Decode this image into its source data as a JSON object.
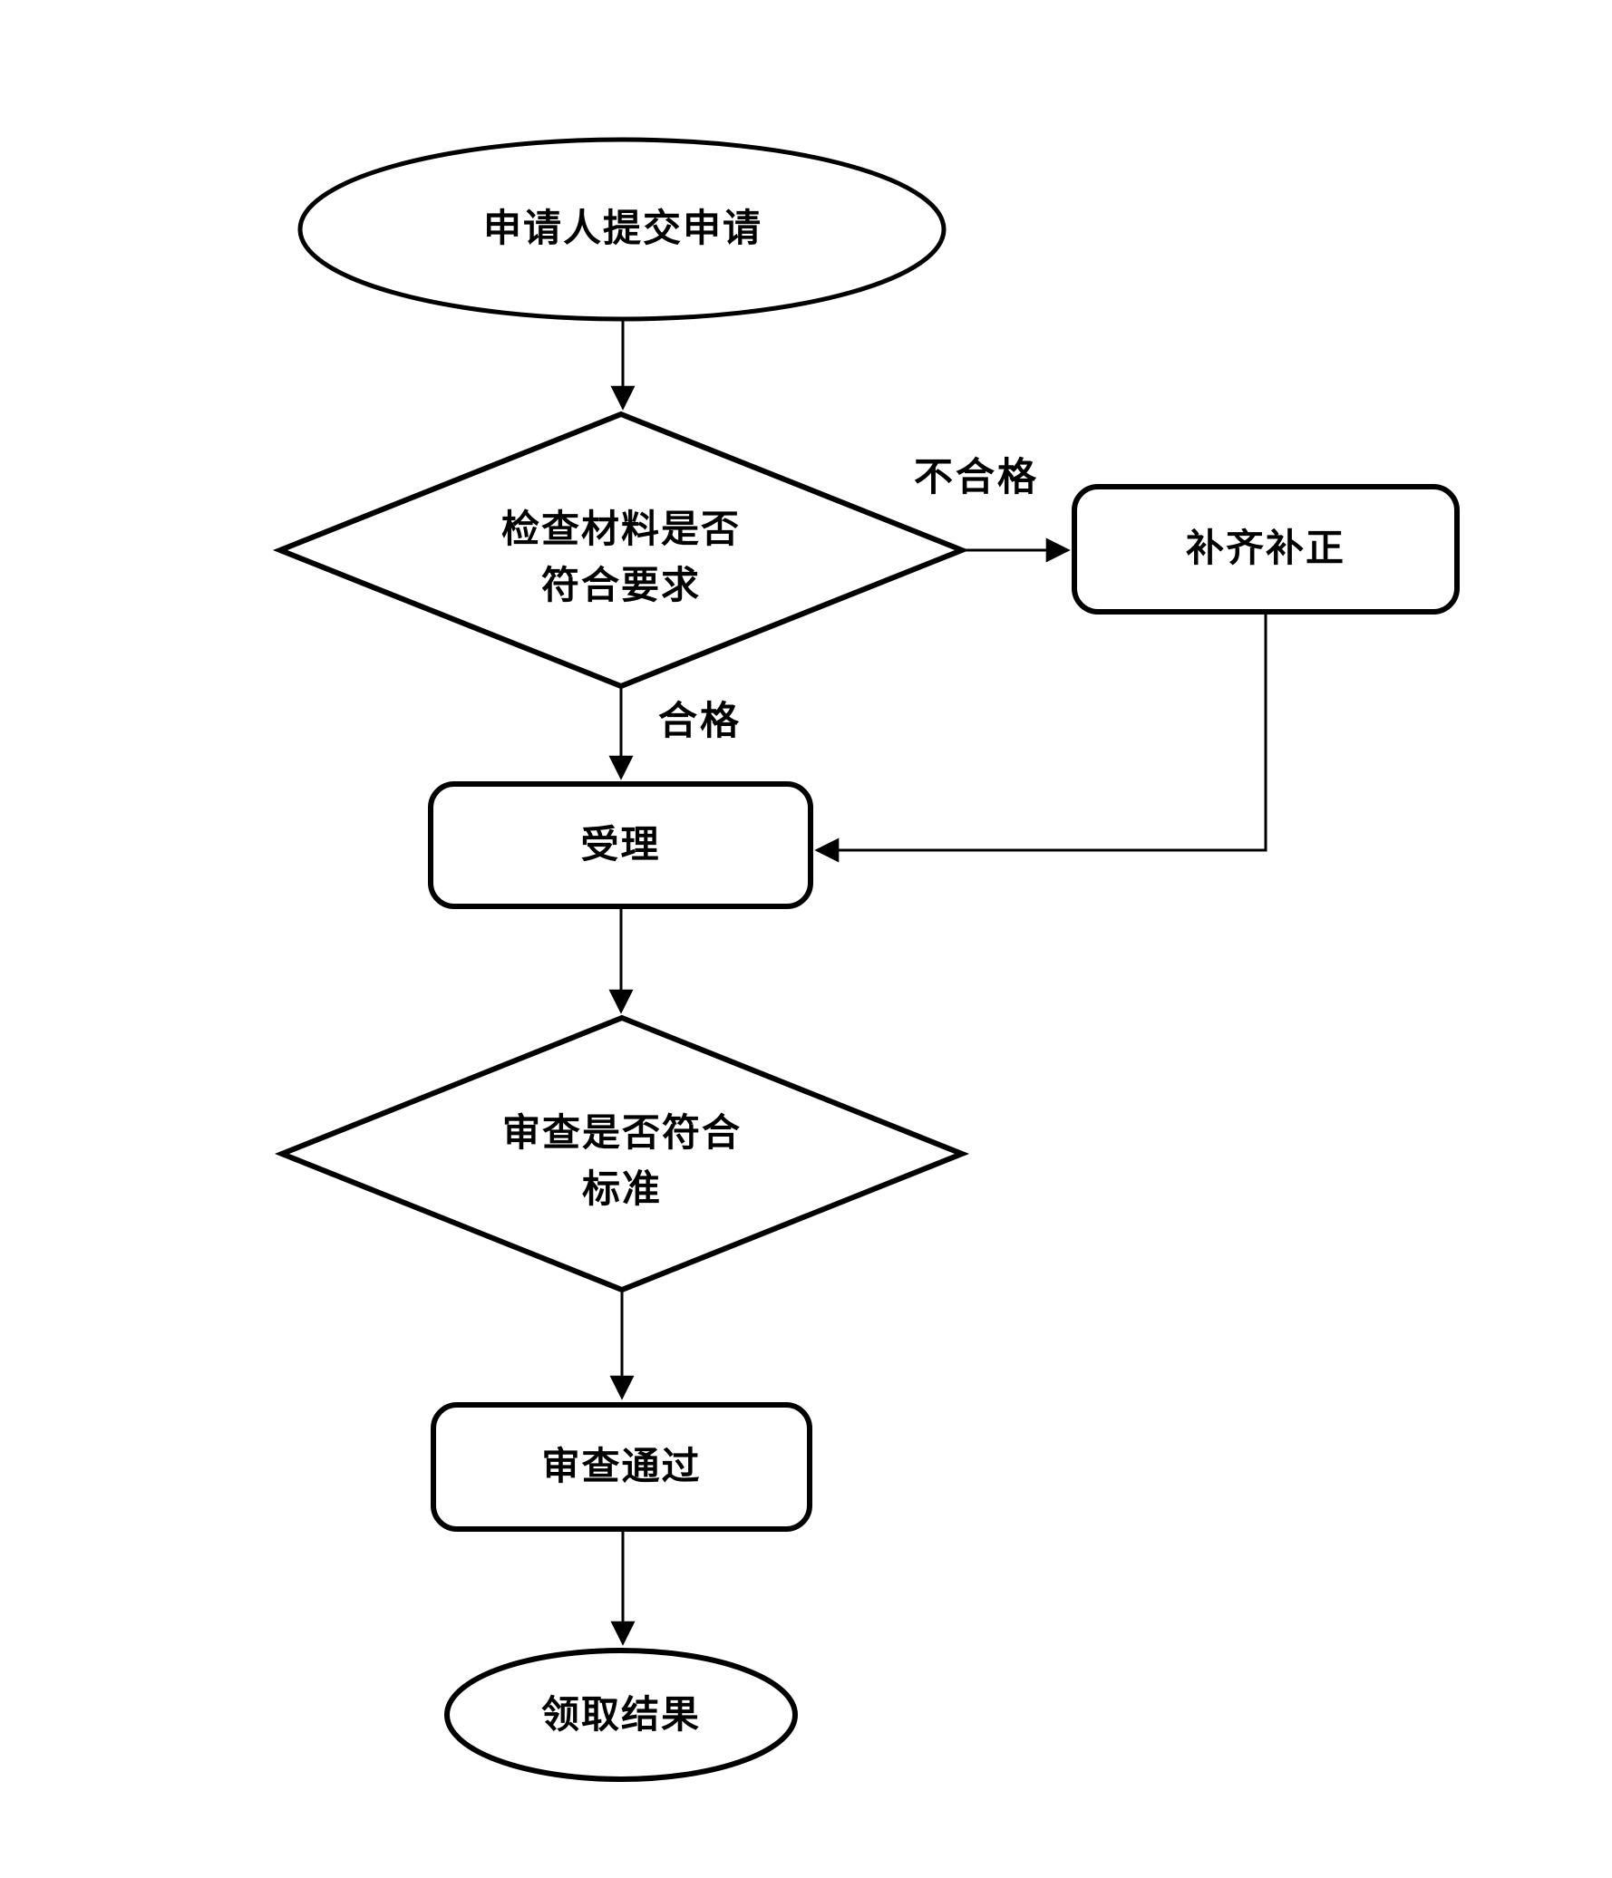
{
  "diagram": {
    "nodes": {
      "start": {
        "label": "申请人提交申请"
      },
      "check": {
        "line1": "检查材料是否",
        "line2": "符合要求"
      },
      "supplement": {
        "label": "补齐补正"
      },
      "accept": {
        "label": "受理"
      },
      "review": {
        "line1": "审查是否符合",
        "line2": "标准"
      },
      "pass": {
        "label": "审查通过"
      },
      "end": {
        "label": "领取结果"
      }
    },
    "edge_labels": {
      "unqualified": "不合格",
      "qualified": "合格"
    },
    "colors": {
      "stroke": "#000000",
      "background": "#ffffff",
      "text": "#000000"
    }
  }
}
